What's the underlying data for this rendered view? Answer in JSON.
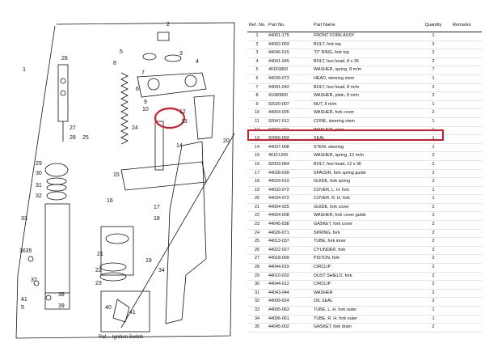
{
  "table": {
    "headers": {
      "ref": "Ref. No.",
      "part_no": "Part No.",
      "name": "Part Name",
      "qty": "Quantity",
      "remarks": "Remarks"
    },
    "rows": [
      {
        "ref": "1",
        "part_no": "44001-175",
        "name": "FRONT FORK ASSY",
        "qty": "1",
        "remarks": ""
      },
      {
        "ref": "2",
        "part_no": "44062-003",
        "name": "BOLT, fork top",
        "qty": "2",
        "remarks": ""
      },
      {
        "ref": "3",
        "part_no": "44046-015",
        "name": "\"O\" RING, fork top",
        "qty": "2",
        "remarks": ""
      },
      {
        "ref": "4",
        "part_no": "44041-045",
        "name": "BOLT, hex head, 8 x 35",
        "qty": "2",
        "remarks": ""
      },
      {
        "ref": "5",
        "part_no": "461F0800",
        "name": "WASHER, spring, 8 m/m",
        "qty": "7",
        "remarks": ""
      },
      {
        "ref": "6",
        "part_no": "44039-073",
        "name": "HEAD, steering stem",
        "qty": "1",
        "remarks": ""
      },
      {
        "ref": "7",
        "part_no": "44041-042",
        "name": "BOLT, hex head, 8 m/m",
        "qty": "2",
        "remarks": ""
      },
      {
        "ref": "8",
        "part_no": "41080800",
        "name": "WASHER, plain, 8 m/m",
        "qty": "2",
        "remarks": ""
      },
      {
        "ref": "9",
        "part_no": "92020-007",
        "name": "NUT, 8 m/m",
        "qty": "1",
        "remarks": ""
      },
      {
        "ref": "10",
        "part_no": "44064-005",
        "name": "WASHER, fork cover",
        "qty": "2",
        "remarks": ""
      },
      {
        "ref": "11",
        "part_no": "92047-012",
        "name": "CONE, steering stem",
        "qty": "1",
        "remarks": ""
      },
      {
        "ref": "12",
        "part_no": "92022-221",
        "name": "WASHER, plain",
        "qty": "1",
        "remarks": ""
      },
      {
        "ref": "13",
        "part_no": "92056-003",
        "name": "SEAL",
        "qty": "1",
        "remarks": ""
      },
      {
        "ref": "14",
        "part_no": "44037-008",
        "name": "STEM, steering",
        "qty": "1",
        "remarks": ""
      },
      {
        "ref": "15",
        "part_no": "461F1200",
        "name": "WASHER, spring, 12 m/m",
        "qty": "2",
        "remarks": ""
      },
      {
        "ref": "16",
        "part_no": "92003-064",
        "name": "BOLT, hex head, 12 x 36",
        "qty": "2",
        "remarks": ""
      },
      {
        "ref": "17",
        "part_no": "44028-039",
        "name": "SPACER, fork spring guide",
        "qty": "2",
        "remarks": ""
      },
      {
        "ref": "18",
        "part_no": "44029-019",
        "name": "GUIDE, fork spring",
        "qty": "2",
        "remarks": ""
      },
      {
        "ref": "19",
        "part_no": "44033-072",
        "name": "COVER, L. H. fork",
        "qty": "1",
        "remarks": ""
      },
      {
        "ref": "20",
        "part_no": "44034-072",
        "name": "COVER, R. H. fork",
        "qty": "1",
        "remarks": ""
      },
      {
        "ref": "21",
        "part_no": "44064-025",
        "name": "GUIDE, fork cover",
        "qty": "2",
        "remarks": ""
      },
      {
        "ref": "22",
        "part_no": "44064-008",
        "name": "WASHER, fork cover guide",
        "qty": "2",
        "remarks": ""
      },
      {
        "ref": "23",
        "part_no": "44045-038",
        "name": "GASKET, fork cover",
        "qty": "2",
        "remarks": ""
      },
      {
        "ref": "24",
        "part_no": "44026-071",
        "name": "SPRING, fork",
        "qty": "2",
        "remarks": ""
      },
      {
        "ref": "25",
        "part_no": "44013-037",
        "name": "TUBE, fork inner",
        "qty": "2",
        "remarks": ""
      },
      {
        "ref": "26",
        "part_no": "44022-027",
        "name": "CYLINDER, fork",
        "qty": "2",
        "remarks": ""
      },
      {
        "ref": "27",
        "part_no": "44018-009",
        "name": "PISTON, fork",
        "qty": "2",
        "remarks": ""
      },
      {
        "ref": "28",
        "part_no": "44044-019",
        "name": "CIRCLIP",
        "qty": "2",
        "remarks": ""
      },
      {
        "ref": "29",
        "part_no": "44010-032",
        "name": "DUST SHIELD, fork",
        "qty": "2",
        "remarks": ""
      },
      {
        "ref": "30",
        "part_no": "44044-012",
        "name": "CIRCLIP",
        "qty": "2",
        "remarks": ""
      },
      {
        "ref": "31",
        "part_no": "44043-044",
        "name": "WASHER",
        "qty": "2",
        "remarks": ""
      },
      {
        "ref": "32",
        "part_no": "44009-024",
        "name": "OIL SEAL",
        "qty": "2",
        "remarks": ""
      },
      {
        "ref": "33",
        "part_no": "44005-063",
        "name": "TUBE, L. H. fork outer",
        "qty": "1",
        "remarks": ""
      },
      {
        "ref": "34",
        "part_no": "44006-061",
        "name": "TUBE, R. H. fork outer",
        "qty": "1",
        "remarks": ""
      },
      {
        "ref": "35",
        "part_no": "44045-002",
        "name": "GASKET, fork drain",
        "qty": "2",
        "remarks": ""
      }
    ]
  },
  "diagram": {
    "callouts": [
      "1",
      "2",
      "3",
      "4",
      "5",
      "6",
      "7",
      "8",
      "9",
      "10",
      "12",
      "13",
      "14",
      "15",
      "16",
      "17",
      "18",
      "19",
      "20",
      "21",
      "22",
      "23",
      "24",
      "25",
      "26",
      "27",
      "28",
      "29",
      "30",
      "31",
      "32",
      "33",
      "3635",
      "37",
      "38",
      "39",
      "40",
      "41",
      "5",
      "41",
      "34"
    ],
    "ignition_note": "Ref.-- Ignition Switch"
  },
  "colors": {
    "highlight": "#d11a2a",
    "ink": "#111111"
  }
}
